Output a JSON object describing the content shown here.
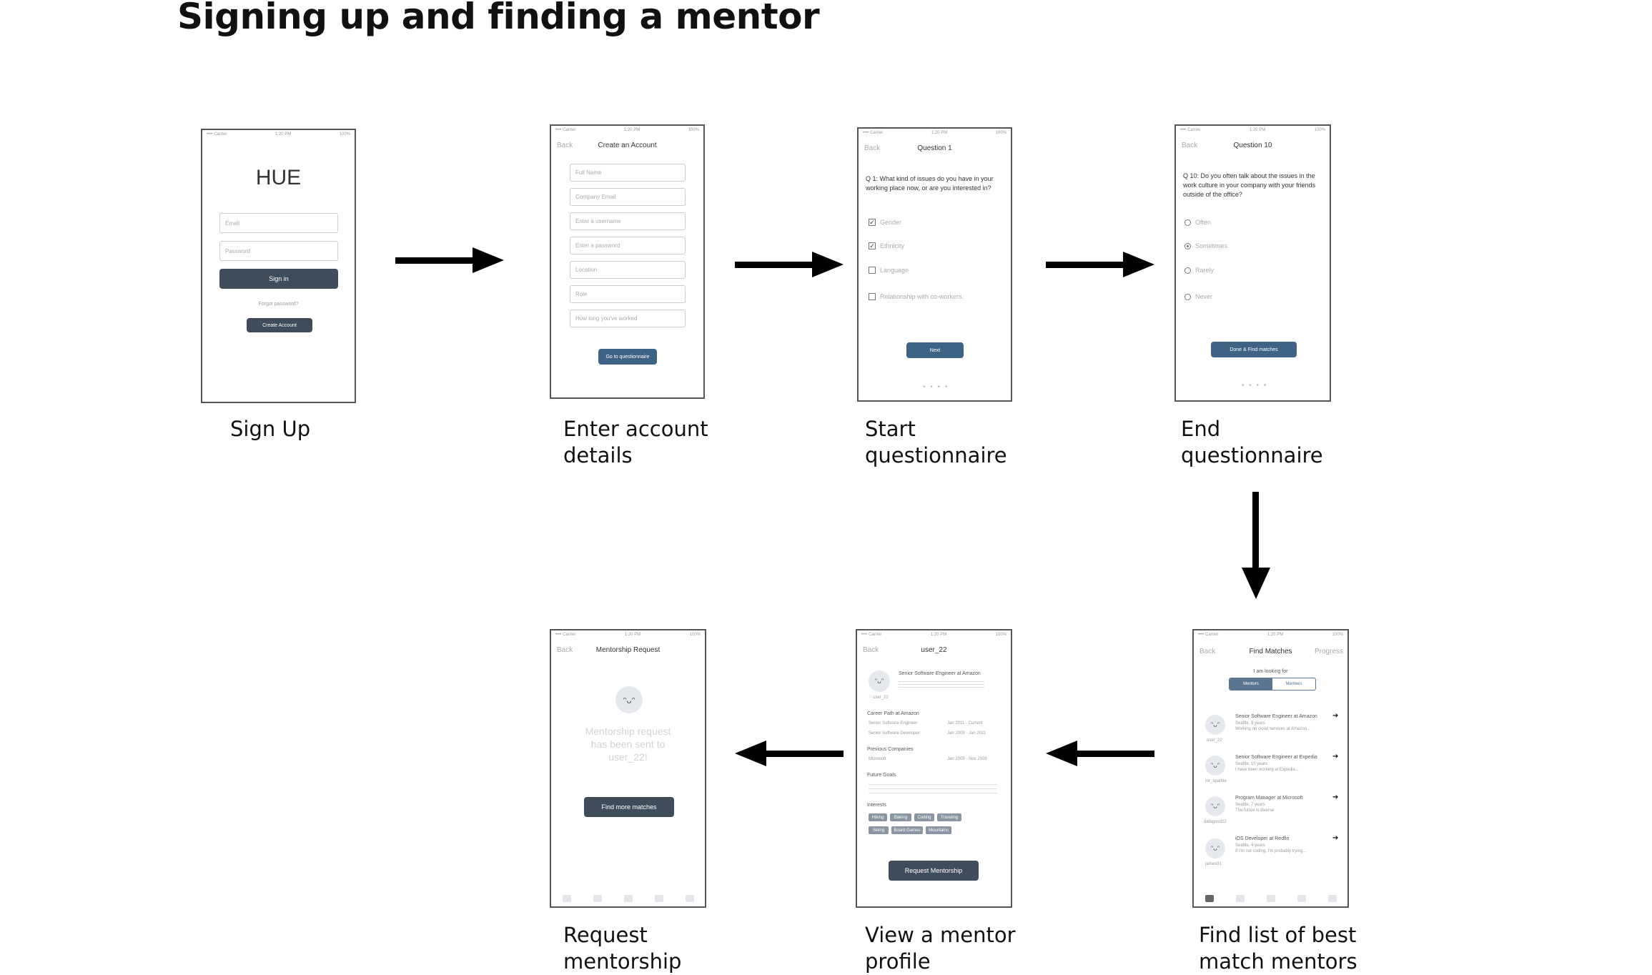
{
  "title": "Signing up and finding a mentor",
  "screens": {
    "signup": {
      "status_left": "•••• Carrier",
      "status_time": "1:20 PM",
      "status_right": "100%",
      "logo": "HUE",
      "email_placeholder": "Email",
      "password_placeholder": "Password",
      "sign_in": "Sign in",
      "forgot": "Forgot password?",
      "create": "Create Account"
    },
    "account": {
      "back": "Back",
      "nav_title": "Create an Account",
      "fields": [
        "Full Name",
        "Company Email",
        "Enter a username",
        "Enter a password",
        "Location",
        "Role",
        "How long you've worked"
      ],
      "button": "Go to questionnaire"
    },
    "q1": {
      "back": "Back",
      "nav_title": "Question 1",
      "question": "Q 1: What kind of issues do you have in your working place now, or are you interested in?",
      "options": [
        "Gender",
        "Ethnicity",
        "Language",
        "Relationship with co-workers."
      ],
      "checked": [
        true,
        true,
        false,
        false
      ],
      "button": "Next",
      "dots": "• • • •"
    },
    "q10": {
      "back": "Back",
      "nav_title": "Question 10",
      "question": "Q 10: Do you often talk about the issues in the work culture in your company with your friends outside of the office?",
      "options": [
        "Often",
        "Sometimes",
        "Rarely",
        "Never"
      ],
      "selected": 1,
      "button": "Done & Find matches",
      "dots": "• • • •"
    },
    "matches": {
      "back": "Back",
      "nav_title": "Find Matches",
      "nav_right": "Progress",
      "looking": "I am looking for",
      "seg_left": "Mentors",
      "seg_right": "Mentees",
      "items": [
        {
          "title": "Senior Software Engineer at Amazon",
          "sub": "Seattle, 8 years",
          "desc": "Working on cloud services at Amazon...",
          "user": "user_22"
        },
        {
          "title": "Senior Software Engineer at Expedia",
          "sub": "Seattle, 10 years",
          "desc": "I have been working at Expedia...",
          "user": "mr_sparkle"
        },
        {
          "title": "Program Manager at Microsoft",
          "sub": "Seattle, 7 years",
          "desc": "The future is diverse",
          "user": "datagood22"
        },
        {
          "title": "iOS Developer at Redfin",
          "sub": "Seattle, 4 years",
          "desc": "If I'm not coding, I'm probably trying...",
          "user": "james01"
        }
      ]
    },
    "profile": {
      "back": "Back",
      "nav_title": "user_22",
      "user": "user_22",
      "headline": "Senior Software Engineer at Amazon",
      "career_title": "Career Path at Amazon",
      "career": [
        [
          "Senior Software Engineer",
          "Jan 2011 - Current"
        ],
        [
          "Senior Software Developer",
          "Jan 2009 - Jan 2011"
        ]
      ],
      "prev_title": "Previous Companies",
      "prev": [
        [
          "Microsoft",
          "Jan 2005 - Nov 2009"
        ]
      ],
      "goals_title": "Future Goals",
      "interests_title": "Interests",
      "tags": [
        "Hiking",
        "Baking",
        "Coding",
        "Traveling",
        "Skiing",
        "Board Games",
        "Mountains"
      ],
      "button": "Request Mentorship"
    },
    "request": {
      "back": "Back",
      "nav_title": "Mentorship Request",
      "message": [
        "Mentorship request",
        "has been sent to",
        "user_22!"
      ],
      "button": "Find more matches"
    }
  },
  "captions": {
    "signup": [
      "Sign Up"
    ],
    "account": [
      "Enter account",
      "details"
    ],
    "q1": [
      "Start",
      "questionnaire"
    ],
    "q10": [
      "End",
      "questionnaire"
    ],
    "matches": [
      "Find list of best",
      "match mentors"
    ],
    "profile": [
      "View a mentor",
      "profile"
    ],
    "request": [
      "Request",
      "mentorship"
    ]
  }
}
